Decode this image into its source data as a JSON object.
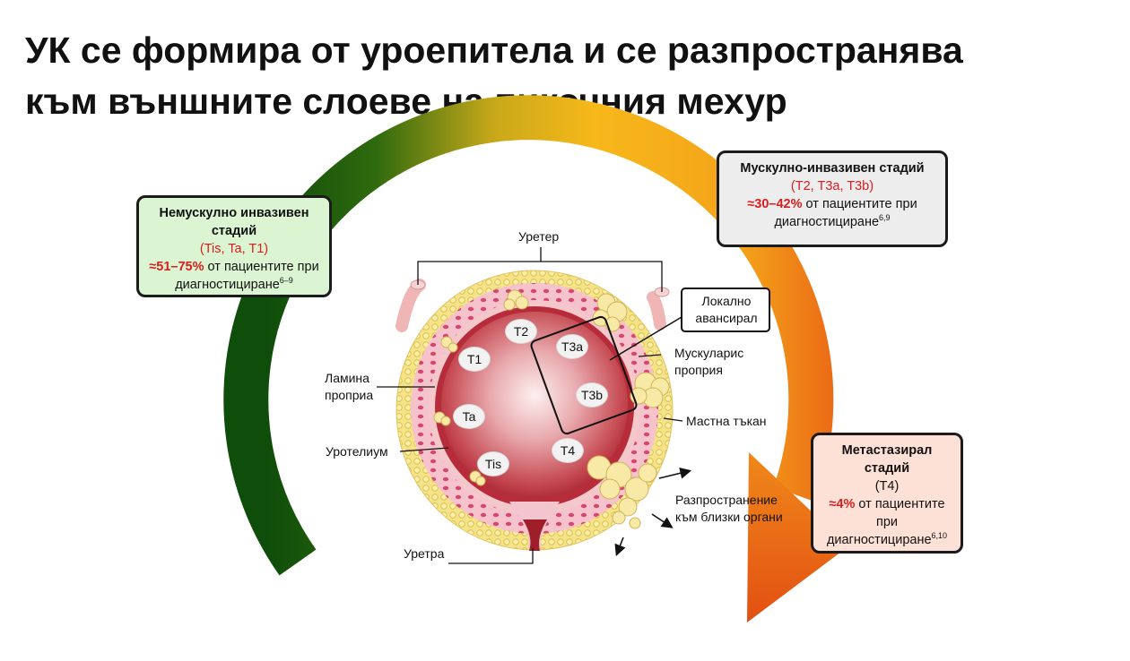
{
  "title": {
    "line1": "УК се формира от уроепитела и се разпространява",
    "line2": "към външните слоеве на пикочния мехур"
  },
  "colors": {
    "arc_start": "#0f4d0a",
    "arc_mid": "#f7b81a",
    "arc_end": "#e85a14",
    "stage_code_red": "#d81e1e",
    "box_nmi_bg": "#dbf5d3",
    "box_mi_bg": "#ededed",
    "box_meta_bg": "#fde0d6"
  },
  "stages": {
    "non_muscle_invasive": {
      "title": "Немускулно инвазивен стадий",
      "codes": "(Tis, Ta, T1)",
      "percent": "≈51–75%",
      "text": " от пациентите при диагностициране",
      "refs": "6–9"
    },
    "muscle_invasive": {
      "title": "Мускулно-инвазивен стадий",
      "codes": "(T2, T3a, T3b)",
      "percent": "≈30–42%",
      "text": " от пациентите при диагностициране",
      "refs": "6,9"
    },
    "metastatic": {
      "title": "Метастазирал стадий",
      "codes": "(T4)",
      "percent": "≈4%",
      "text": " от пациентите при диагностициране",
      "refs": "6,10"
    }
  },
  "anatomy_labels": {
    "ureter": "Уретер",
    "locally_advanced": "Локално авансирал",
    "muscularis_propria": "Мускуларис проприя",
    "lamina_propria": "Ламина проприа",
    "fat_tissue": "Мастна тъкан",
    "urothelium": "Уротелиум",
    "spread": "Разпространение към близки органи",
    "urethra": "Уретра"
  },
  "tumor_labels": {
    "t2": "T2",
    "t3a": "T3a",
    "t1": "T1",
    "t3b": "T3b",
    "ta": "Ta",
    "t4": "T4",
    "tis": "Tis"
  }
}
